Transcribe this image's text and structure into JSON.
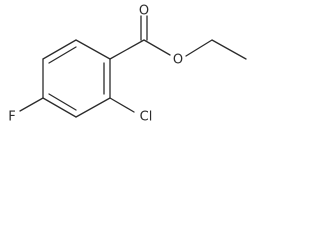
{
  "molecule": {
    "atoms": {
      "carbonyl_oxygen": "O",
      "ester_oxygen": "O",
      "chlorine": "Cl",
      "fluorine": "F"
    }
  }
}
